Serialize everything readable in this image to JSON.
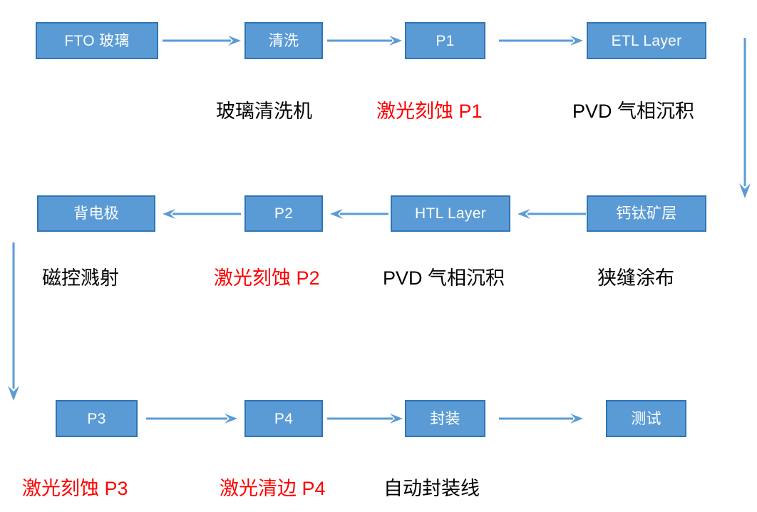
{
  "diagram": {
    "title_present": false,
    "colors": {
      "node_fill": "#5B9BD5",
      "node_border": "#2E75B6",
      "node_text": "#FFFFFF",
      "arrow": "#5B9BD5",
      "caption_default": "#000000",
      "caption_highlight": "#FF0000",
      "background": "#FFFFFF"
    },
    "rows": [
      {
        "direction": "left-to-right",
        "nodes": [
          {
            "id": "fto-glass",
            "label": "FTO 玻璃"
          },
          {
            "id": "clean",
            "label": "清洗"
          },
          {
            "id": "p1",
            "label": "P1"
          },
          {
            "id": "etl-layer",
            "label": "ETL Layer"
          }
        ],
        "captions": [
          {
            "id": "glass-cleaner",
            "text": "玻璃清洗机",
            "color": "black"
          },
          {
            "id": "laser-etch-p1",
            "text": "激光刻蚀 P1",
            "color": "red"
          },
          {
            "id": "pvd-deposition-1",
            "text": "PVD 气相沉积",
            "color": "black"
          }
        ]
      },
      {
        "direction": "right-to-left",
        "nodes": [
          {
            "id": "back-electrode",
            "label": "背电极"
          },
          {
            "id": "p2",
            "label": "P2"
          },
          {
            "id": "htl-layer",
            "label": "HTL Layer"
          },
          {
            "id": "perovskite-layer",
            "label": "钙钛矿层"
          }
        ],
        "captions": [
          {
            "id": "magnetron-sputtering",
            "text": "磁控溅射",
            "color": "black"
          },
          {
            "id": "laser-etch-p2",
            "text": "激光刻蚀 P2",
            "color": "red"
          },
          {
            "id": "pvd-deposition-2",
            "text": "PVD 气相沉积",
            "color": "black"
          },
          {
            "id": "slot-die-coating",
            "text": "狭缝涂布",
            "color": "black"
          }
        ]
      },
      {
        "direction": "left-to-right",
        "nodes": [
          {
            "id": "p3",
            "label": "P3"
          },
          {
            "id": "p4",
            "label": "P4"
          },
          {
            "id": "encapsulation",
            "label": "封装"
          },
          {
            "id": "test",
            "label": "测试"
          }
        ],
        "captions": [
          {
            "id": "laser-etch-p3",
            "text": "激光刻蚀 P3",
            "color": "red"
          },
          {
            "id": "laser-edge-clean-p4",
            "text": "激光清边 P4",
            "color": "red"
          },
          {
            "id": "auto-encapsulation-line",
            "text": "自动封装线",
            "color": "black"
          }
        ]
      }
    ],
    "connectors": [
      {
        "id": "arrow-row1-1",
        "kind": "horizontal",
        "direction": "right"
      },
      {
        "id": "arrow-row1-2",
        "kind": "horizontal",
        "direction": "right"
      },
      {
        "id": "arrow-row1-3",
        "kind": "horizontal",
        "direction": "right"
      },
      {
        "id": "arrow-right-down",
        "kind": "vertical",
        "direction": "down"
      },
      {
        "id": "arrow-row2-1",
        "kind": "horizontal",
        "direction": "left"
      },
      {
        "id": "arrow-row2-2",
        "kind": "horizontal",
        "direction": "left"
      },
      {
        "id": "arrow-row2-3",
        "kind": "horizontal",
        "direction": "left"
      },
      {
        "id": "arrow-left-down",
        "kind": "vertical",
        "direction": "down"
      },
      {
        "id": "arrow-row3-1",
        "kind": "horizontal",
        "direction": "right"
      },
      {
        "id": "arrow-row3-2",
        "kind": "horizontal",
        "direction": "right"
      },
      {
        "id": "arrow-row3-3",
        "kind": "horizontal",
        "direction": "right"
      }
    ]
  }
}
